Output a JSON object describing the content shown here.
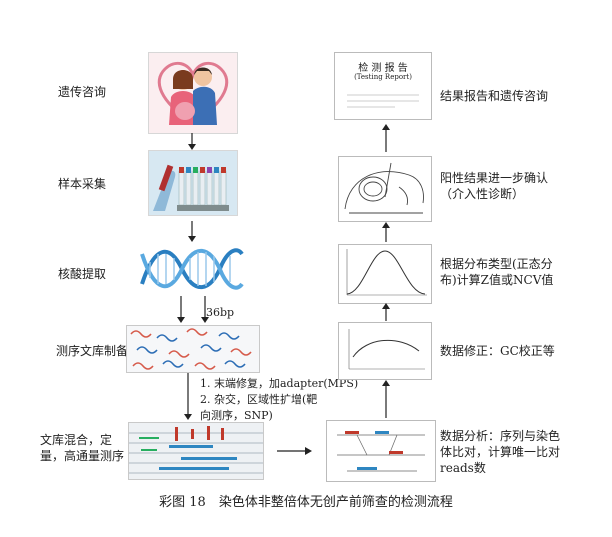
{
  "left_steps": [
    {
      "label": "遗传咨询"
    },
    {
      "label": "样本采集"
    },
    {
      "label": "核酸提取"
    },
    {
      "label": "测序文库制备"
    },
    {
      "label": "文库混合，定量，高通量测序"
    }
  ],
  "right_steps": [
    {
      "label": "结果报告和遗传咨询"
    },
    {
      "label": "阳性结果进一步确认（介入性诊断）"
    },
    {
      "label": "根据分布类型(正态分布)计算Z值或NCV值"
    },
    {
      "label": "数据修正：GC校正等"
    },
    {
      "label": "数据分析：序列与染色体比对，计算唯一比对reads数"
    }
  ],
  "annotations": {
    "fragment_size": "36bp",
    "library_step_1": "1. 末端修复，加adapter(MPS)",
    "library_step_2": "2. 杂交，区域性扩增(靶向测序，SNP)"
  },
  "report": {
    "title": "检 测 报 告",
    "subtitle": "(Testing Report)"
  },
  "caption": "彩图 18　染色体非整倍体无创产前筛查的检测流程"
}
